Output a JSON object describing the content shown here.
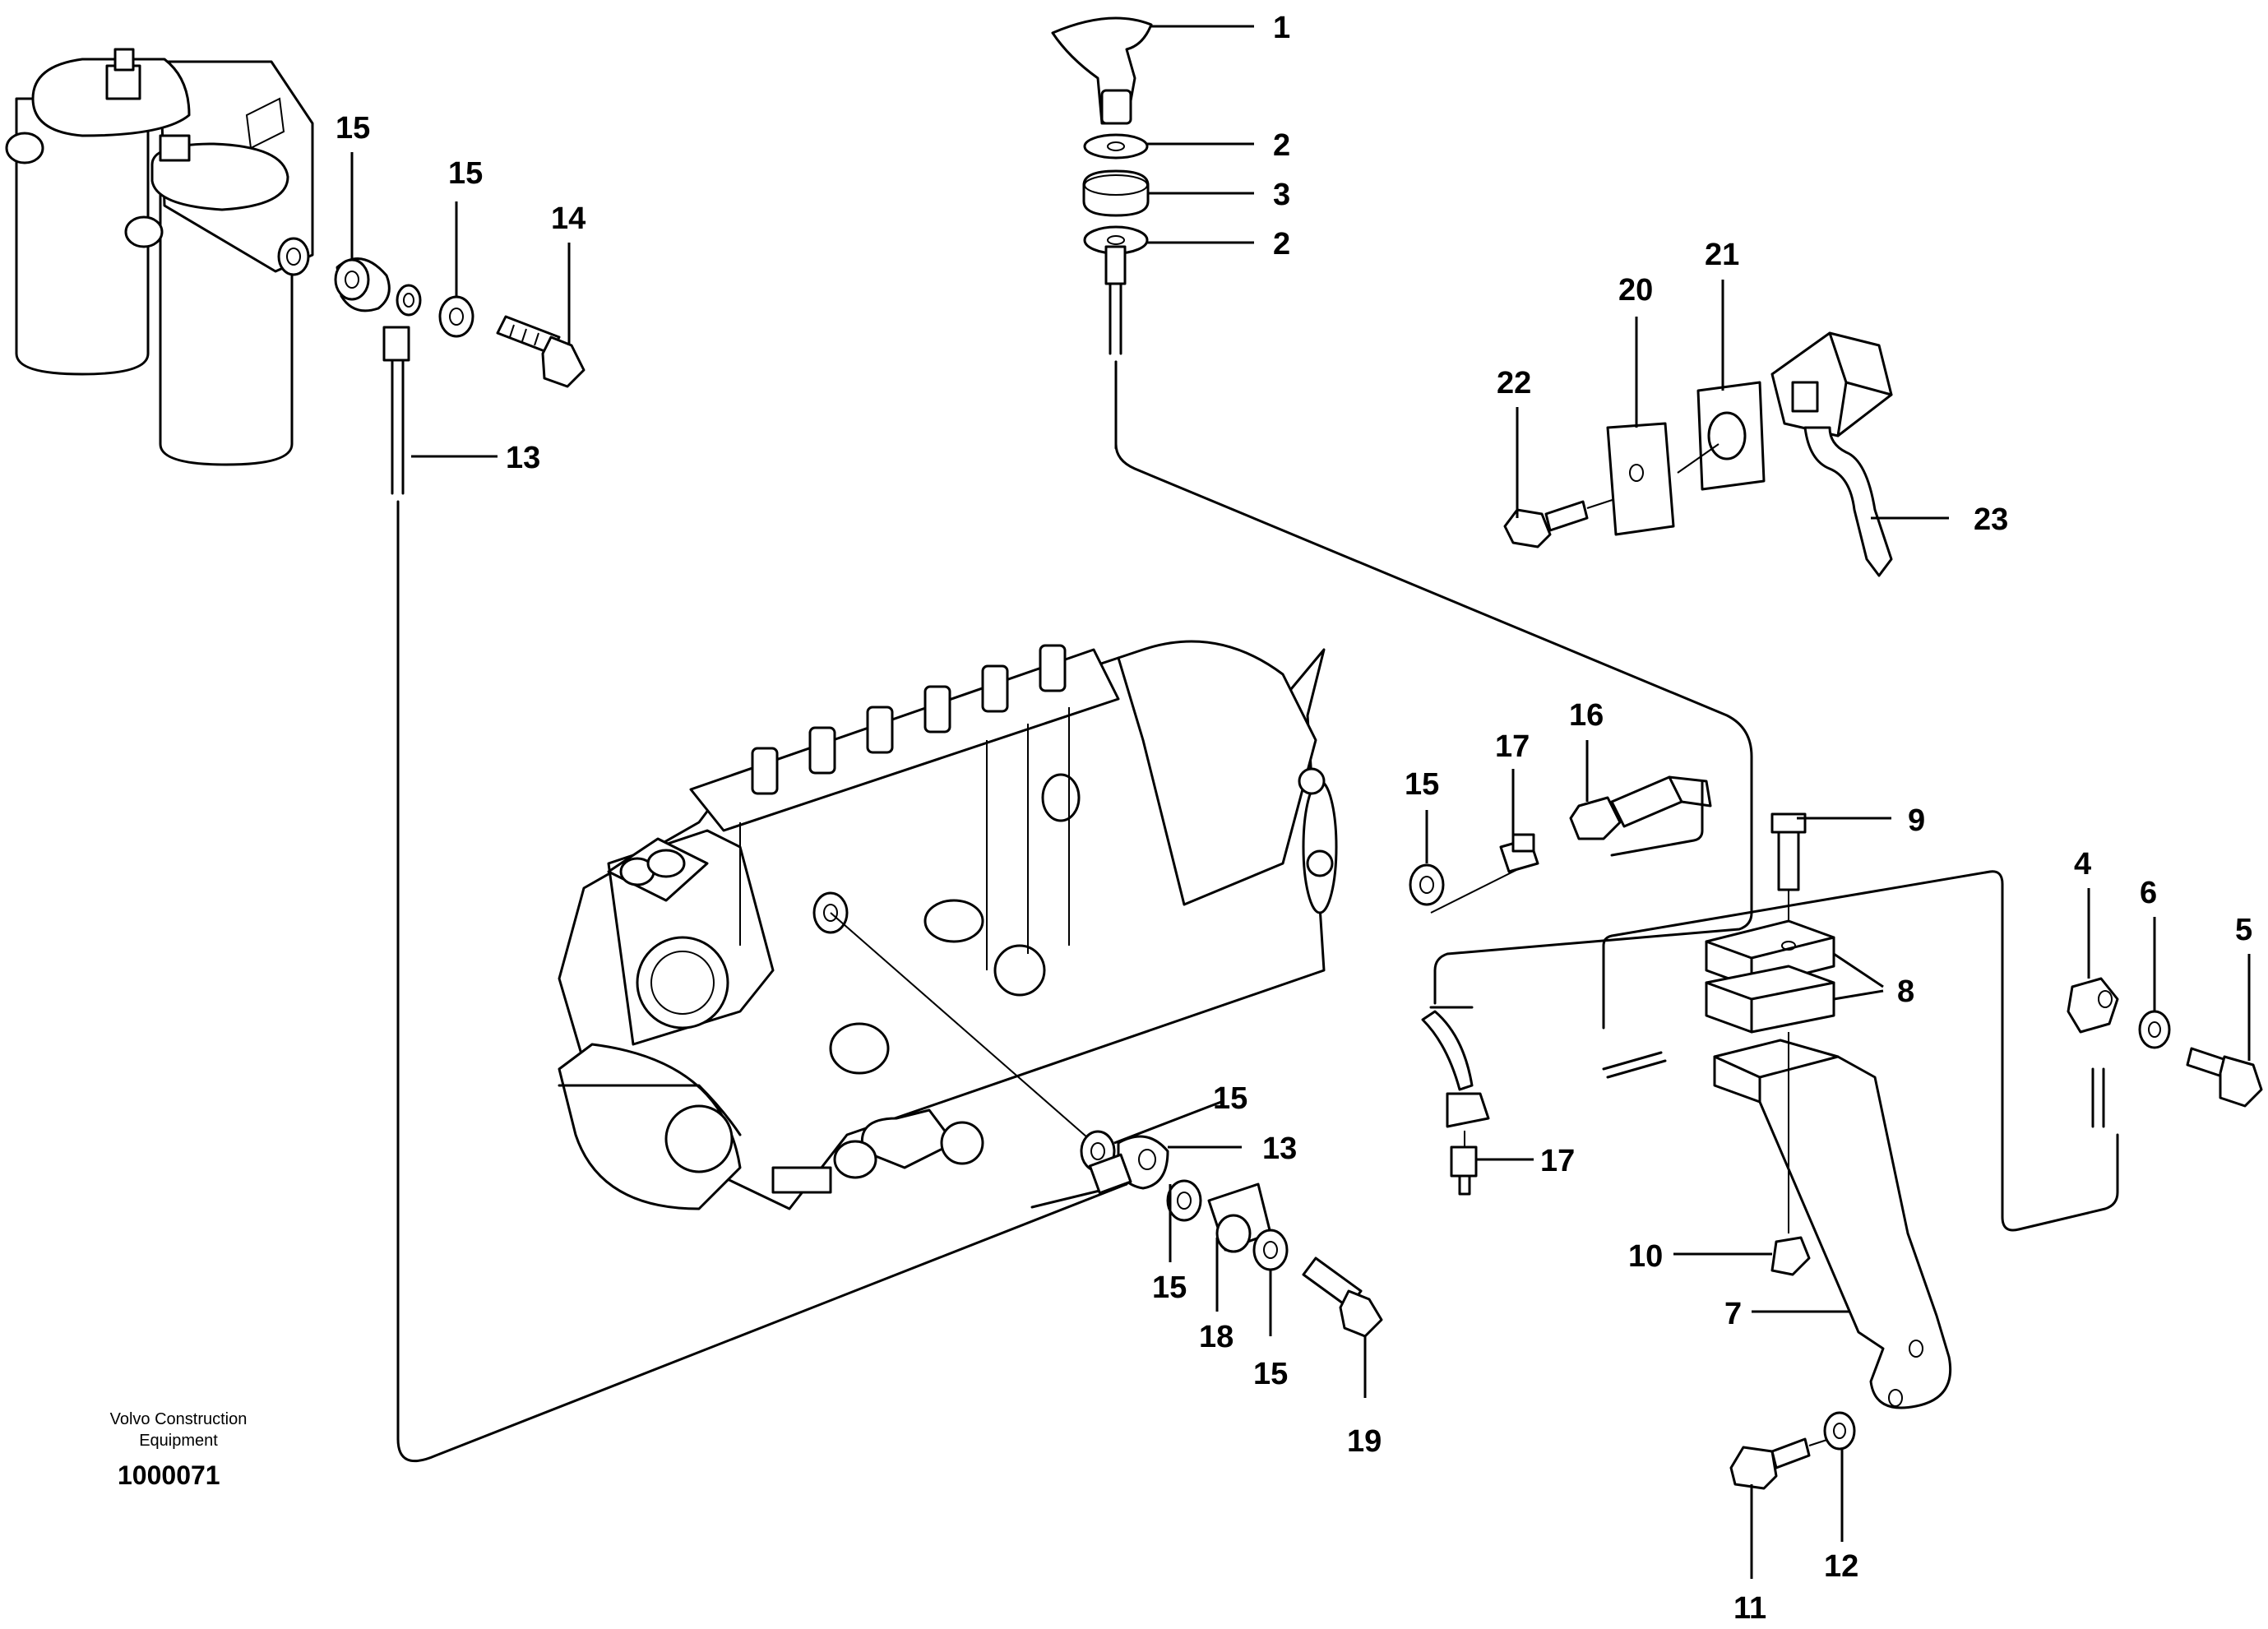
{
  "callouts": {
    "c1": "1",
    "c2a": "2",
    "c3": "3",
    "c2b": "2",
    "c4": "4",
    "c5": "5",
    "c6": "6",
    "c7": "7",
    "c8": "8",
    "c9": "9",
    "c10": "10",
    "c11": "11",
    "c12": "12",
    "c13a": "13",
    "c13b": "13",
    "c14": "14",
    "c15a": "15",
    "c15b": "15",
    "c15c": "15",
    "c15d": "15",
    "c15e": "15",
    "c15f": "15",
    "c16": "16",
    "c17a": "17",
    "c17b": "17",
    "c18": "18",
    "c19": "19",
    "c20": "20",
    "c21": "21",
    "c22": "22",
    "c23": "23"
  },
  "footer": {
    "credit_line1": "Volvo Construction",
    "credit_line2": "Equipment",
    "doc_number": "1000071"
  }
}
